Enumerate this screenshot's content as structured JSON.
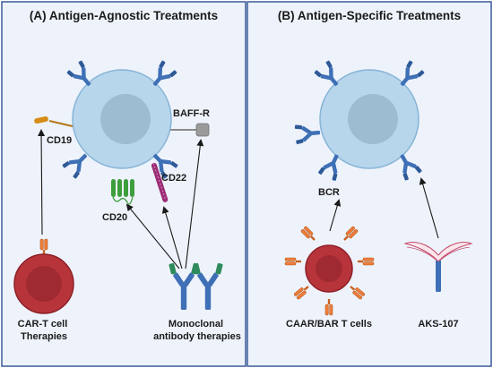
{
  "panel_a": {
    "title": "(A) Antigen-Agnostic Treatments",
    "labels": {
      "cd19": "CD19",
      "baff_r": "BAFF-R",
      "cd22": "CD22",
      "cd20": "CD20"
    },
    "car_t": [
      "CAR-T cell",
      "Therapies"
    ],
    "mab": [
      "Monoclonal",
      "antibody therapies"
    ]
  },
  "panel_b": {
    "title": "(B) Antigen-Specific  Treatments",
    "labels": {
      "bcr": "BCR"
    },
    "caar": "CAAR/BAR T cells",
    "aks": "AKS-107"
  },
  "colors": {
    "panel_bg": "#eef3fb",
    "panel_border": "#3b5b9a",
    "bcell": "#b7d6ec",
    "bcell_nucleus": "#9dbcd1",
    "antibody": "#3f70b6",
    "tcell": "#b8343b",
    "receptor": "#ef7d3a",
    "cd20": "#3e9e3e",
    "cd22": "#9b2c74",
    "baff": "#9a9a9a",
    "cd19": "#d68c18",
    "mab_green": "#2e8a5a",
    "aks": "#c44a6a"
  },
  "icons": [
    "b-cell-icon",
    "t-cell-icon",
    "antibody-icon",
    "receptor-icon",
    "aks-107-icon"
  ]
}
